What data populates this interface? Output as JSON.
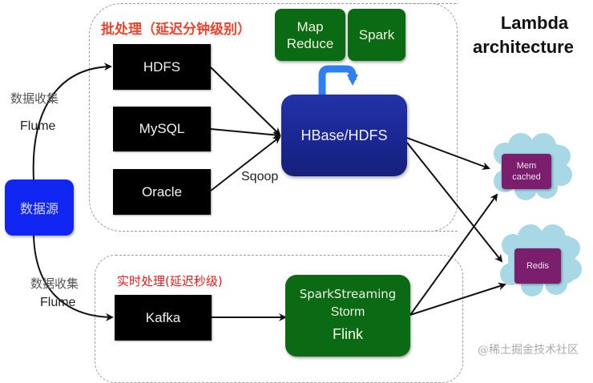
{
  "title": {
    "line1": "Lambda",
    "line2": "architecture"
  },
  "batch": {
    "heading": "批处理（延迟分钟级别）",
    "sources": [
      "HDFS",
      "MySQL",
      "Oracle"
    ],
    "compute": [
      {
        "line1": "Map",
        "line2": "Reduce"
      },
      {
        "line1": "Spark",
        "line2": ""
      }
    ],
    "storage": "HBase/HDFS",
    "sqoop_label": "Sqoop"
  },
  "realtime": {
    "heading": "实时处理(延迟秒级)",
    "queue": "Kafka",
    "engines": [
      "SparkStreaming",
      "Storm",
      "Flink"
    ]
  },
  "data_source": "数据源",
  "collection": {
    "top": {
      "label": "数据收集",
      "tool": "Flume"
    },
    "bottom": {
      "label": "数据收集",
      "tool": "Flume"
    }
  },
  "serving": [
    {
      "line1": "Mem",
      "line2": "cached"
    },
    {
      "line1": "Redis",
      "line2": ""
    }
  ],
  "watermark": "@稀土掘金技术社区",
  "colors": {
    "batch_heading": "#e8452c",
    "realtime_heading": "#e01b1b",
    "source_blue": "#1126f2",
    "green": "#0a6b14",
    "navy": "#1a2590",
    "purple": "#7b1e6e",
    "cloud": "#a8d8e6",
    "loop_arrow": "#2f7ff0"
  }
}
